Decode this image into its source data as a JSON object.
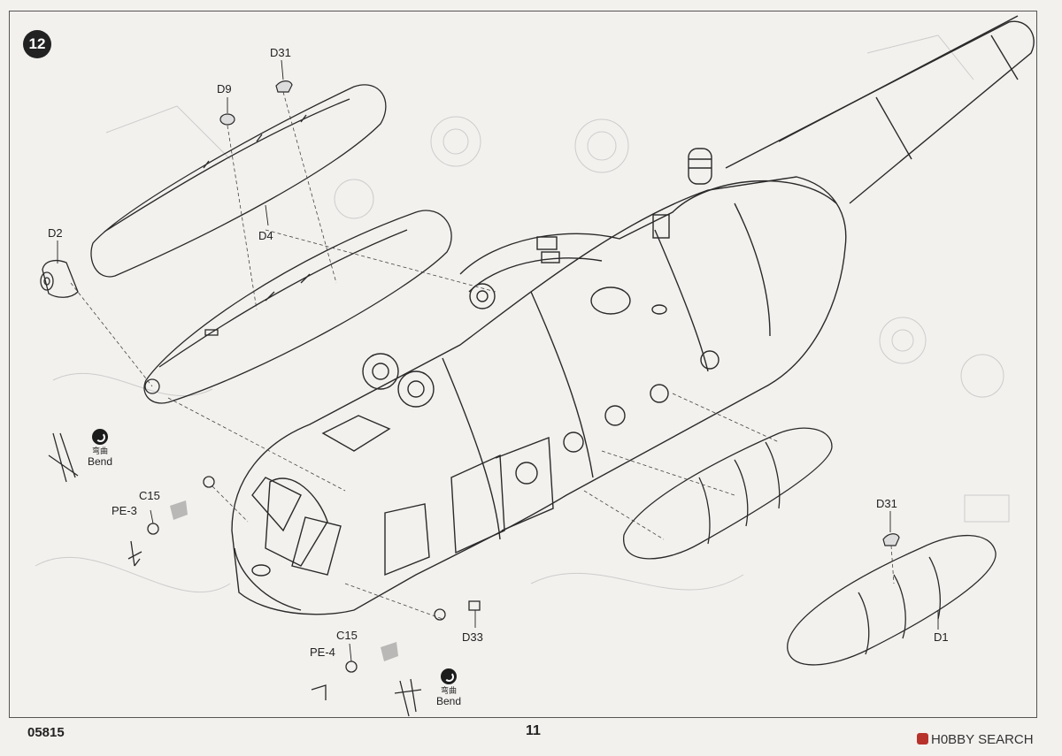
{
  "step": {
    "number": "12"
  },
  "callouts": {
    "d31_top": "D31",
    "d9": "D9",
    "d2": "D2",
    "d4": "D4",
    "c15_left": "C15",
    "pe3": "PE-3",
    "c15_bottom": "C15",
    "pe4": "PE-4",
    "d33": "D33",
    "d31_right": "D31",
    "d1": "D1"
  },
  "bend_notes": [
    {
      "cn": "弯曲",
      "en": "Bend"
    },
    {
      "cn": "弯曲",
      "en": "Bend"
    }
  ],
  "footer": {
    "product_code": "05815",
    "page_number": "11"
  },
  "watermark": {
    "text": "H0BBY SEARCH"
  },
  "colors": {
    "line": "#2a2a2a",
    "ghost": "#c8c8c8",
    "paper": "#f3f1ee",
    "watermark_red": "#b8322c"
  }
}
